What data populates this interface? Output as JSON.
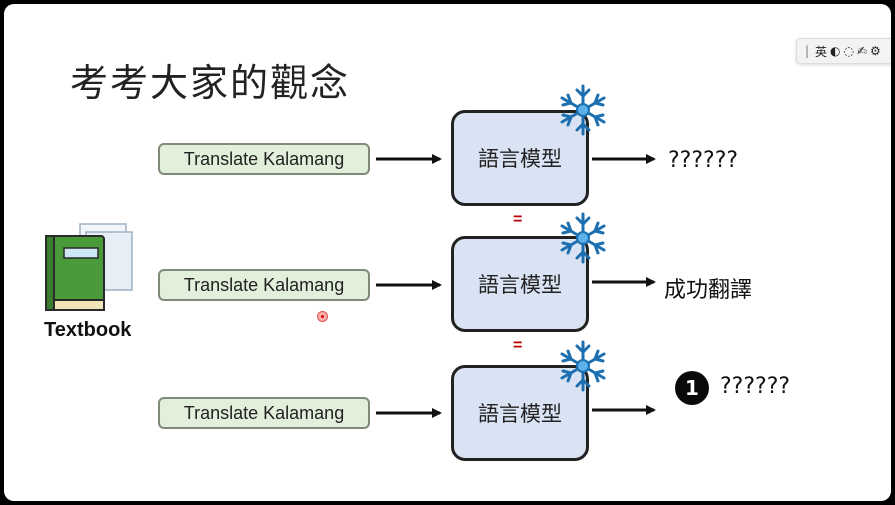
{
  "slide": {
    "title": "考考大家的觀念",
    "textbook_label": "Textbook",
    "equals_sign": "=",
    "rows": [
      {
        "input": "Translate Kalamang",
        "model": "語言模型",
        "output": "??????"
      },
      {
        "input": "Translate Kalamang",
        "model": "語言模型",
        "output": "成功翻譯"
      },
      {
        "input": "Translate Kalamang",
        "model": "語言模型",
        "output": "??????",
        "badge": "1"
      }
    ]
  },
  "ime_toolbar": {
    "mode": "英"
  },
  "colors": {
    "input_fill": "#e2efda",
    "model_fill": "#dae3f3",
    "equals_color": "#c00000",
    "snowflake": "#3a8fd0"
  },
  "icons": [
    "snowflake-icon",
    "textbook-icon",
    "arrow-icon",
    "settings-icon"
  ]
}
